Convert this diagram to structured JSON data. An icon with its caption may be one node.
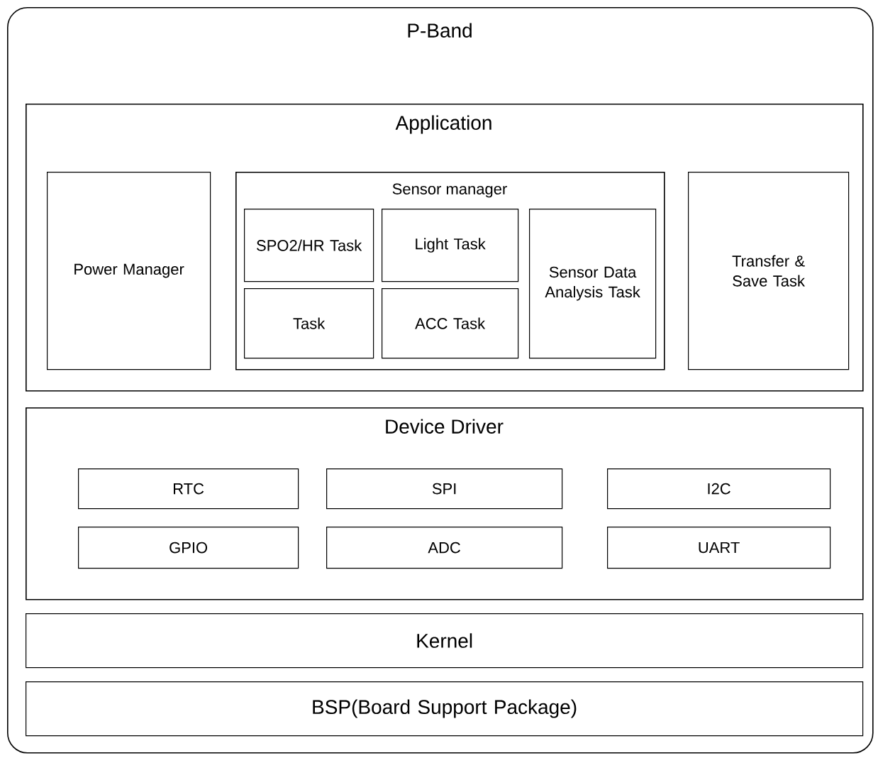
{
  "diagram": {
    "nodes": [
      {
        "text": [
          "P-Band"
        ]
      },
      {
        "text": [
          "Application"
        ],
        "in": 0
      },
      {
        "text": [
          "Power Manager"
        ],
        "in": 1
      },
      {
        "text": [
          "Sensor manager"
        ],
        "in": 1
      },
      {
        "text": [
          "SPO2/HR Task"
        ],
        "in": 3
      },
      {
        "text": [
          "Light Task"
        ],
        "in": 3
      },
      {
        "text": [
          "Sensor Data Analysis Task"
        ],
        "in": 3
      },
      {
        "text": [
          "Task"
        ],
        "in": 3
      },
      {
        "text": [
          "ACC Task"
        ],
        "in": 3
      },
      {
        "text": [
          "Transfer & Save Task"
        ],
        "in": 1
      },
      {
        "text": [
          "Device Driver"
        ],
        "in": 0
      },
      {
        "text": [
          "RTC"
        ],
        "in": 10
      },
      {
        "text": [
          "SPI"
        ],
        "in": 10
      },
      {
        "text": [
          "I2C"
        ],
        "in": 10
      },
      {
        "text": [
          "GPIO"
        ],
        "in": 10
      },
      {
        "text": [
          "ADC"
        ],
        "in": 10
      },
      {
        "text": [
          "UART"
        ],
        "in": 10
      },
      {
        "text": [
          "Kernel"
        ],
        "in": 0
      },
      {
        "text": [
          "BSP(Board Support Package)"
        ],
        "in": 0
      }
    ]
  }
}
